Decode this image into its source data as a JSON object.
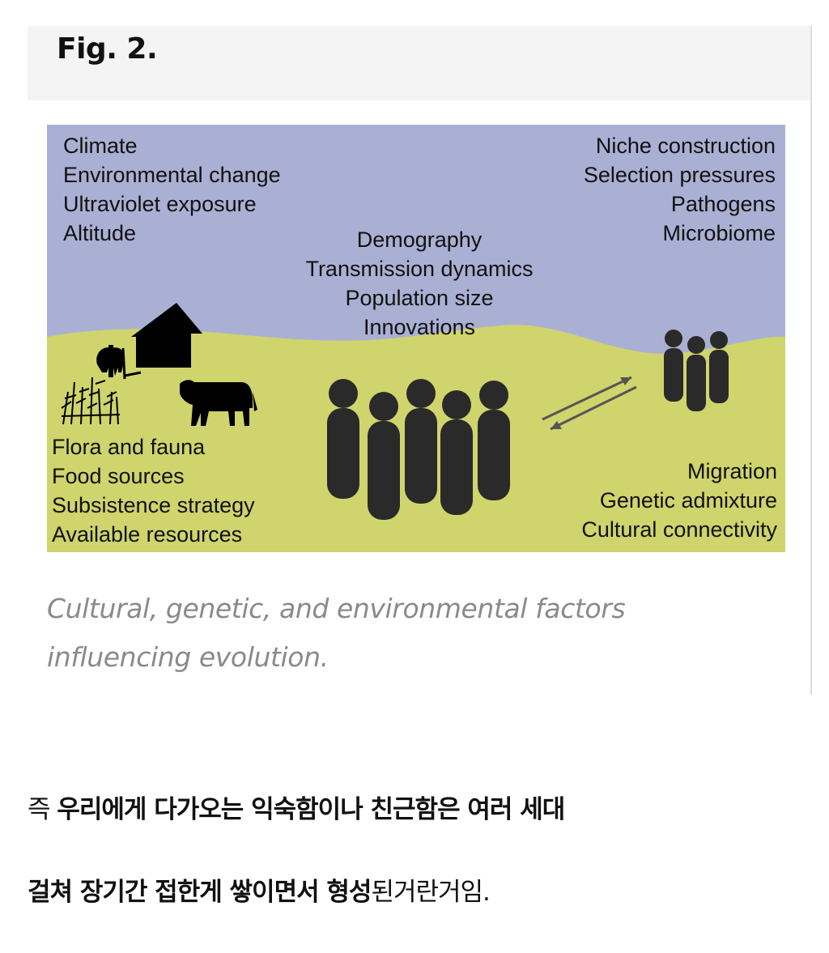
{
  "figure": {
    "label": "Fig. 2.",
    "labels_top_left": [
      "Climate",
      "Environmental change",
      "Ultraviolet exposure",
      "Altitude"
    ],
    "labels_top_right": [
      "Niche construction",
      "Selection pressures",
      "Pathogens",
      "Microbiome"
    ],
    "labels_center": [
      "Demography",
      "Transmission dynamics",
      "Population size",
      "Innovations"
    ],
    "labels_bottom_left": [
      "Flora and fauna",
      "Food sources",
      "Subsistence strategy",
      "Available resources"
    ],
    "labels_bottom_right": [
      "Migration",
      "Genetic admixture",
      "Cultural connectivity"
    ],
    "colors": {
      "sky": "#aab0d3",
      "ground": "#cfd46d",
      "silhouette_dark": "#000000",
      "people": "#2a2a2a"
    },
    "caption": "Cultural, genetic, and environmental factors influencing evolution."
  },
  "post": {
    "line1": {
      "plain_start": "즉 ",
      "bold": "우리에게 다가오는 익숙함이나 친근함은 여러 세대"
    },
    "line2": {
      "bold": "걸쳐 장기간 접한게 쌓이면서 형성",
      "plain_end": "된거란거임."
    }
  }
}
